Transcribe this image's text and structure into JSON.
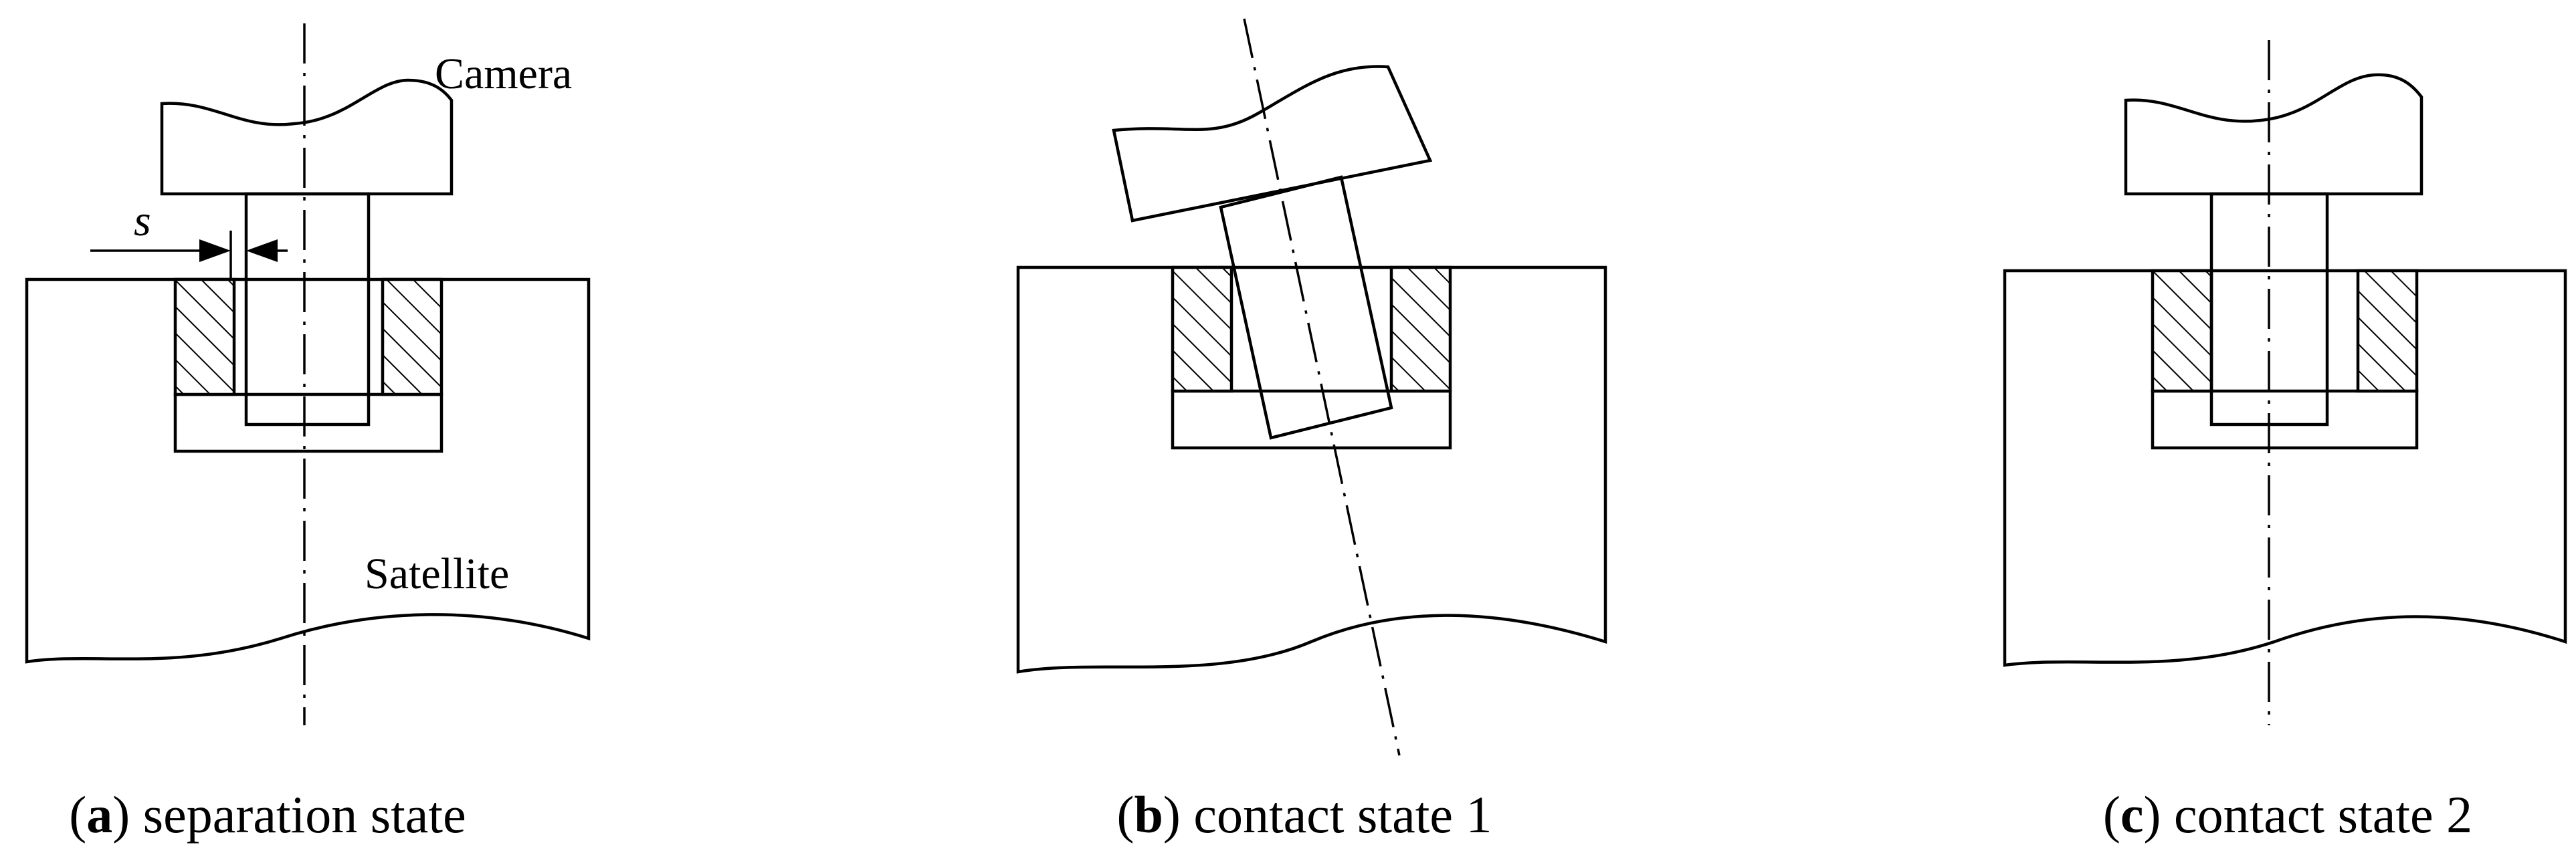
{
  "labels": {
    "camera": "Camera",
    "satellite": "Satellite",
    "gap_symbol": "s"
  },
  "captions": [
    {
      "letter": "a",
      "text": "separation state"
    },
    {
      "letter": "b",
      "text": "contact state 1"
    },
    {
      "letter": "c",
      "text": "contact state 2"
    }
  ]
}
